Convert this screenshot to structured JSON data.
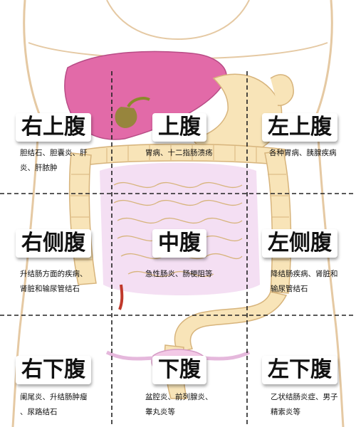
{
  "regions": {
    "upper_right": {
      "title": "右上腹",
      "desc_lines": [
        "胆结石、胆囊炎、肝",
        "炎、肝脓肿"
      ]
    },
    "upper_middle": {
      "title": "上腹",
      "desc_lines": [
        "胃病、十二指肠溃疡"
      ]
    },
    "upper_left": {
      "title": "左上腹",
      "desc_lines": [
        "各种胃病、胰腺疾病"
      ]
    },
    "mid_right": {
      "title": "右侧腹",
      "desc_lines": [
        "升结肠方面的疾病、",
        "肾脏和输尿管结石"
      ]
    },
    "mid_middle": {
      "title": "中腹",
      "desc_lines": [
        "急性肠炎、肠梗阻等"
      ]
    },
    "mid_left": {
      "title": "左侧腹",
      "desc_lines": [
        "降结肠疾病、肾脏和",
        "输尿管结石"
      ]
    },
    "lower_right": {
      "title": "右下腹",
      "desc_lines": [
        "阑尾炎、升结肠肿瘤",
        "、尿路结石"
      ]
    },
    "lower_middle": {
      "title": "下腹",
      "desc_lines": [
        "盆腔炎、前列腺炎、",
        "睾丸炎等"
      ]
    },
    "lower_left": {
      "title": "左下腹",
      "desc_lines": [
        "乙状结肠炎症、男子",
        "精索炎等"
      ]
    }
  },
  "colors": {
    "liver": "#e26aa8",
    "gallbladder": "#8a8a2a",
    "intestine": "#f8e4b8",
    "intestine_outline": "#d7b47c",
    "small_intestine_bg": "#f3dcf2",
    "body_outline": "#e5c9a3",
    "divider": "#222222"
  }
}
